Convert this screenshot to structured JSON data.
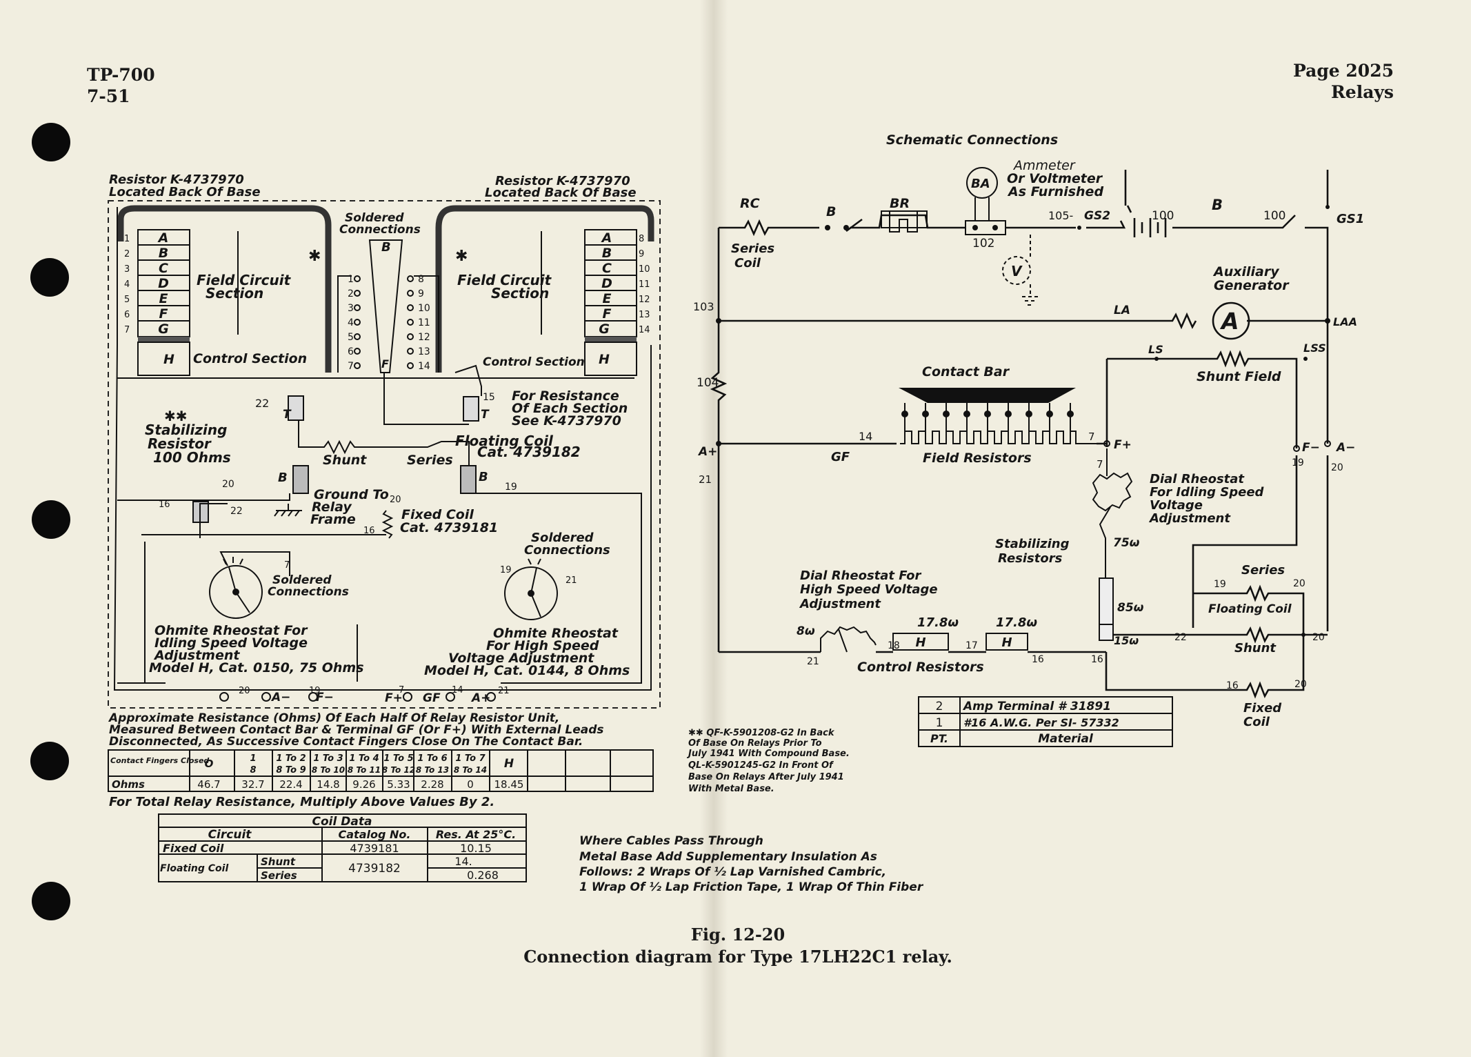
{
  "header": {
    "doc_id": "TP-700",
    "date": "7-51",
    "page": "Page 2025",
    "section": "Relays"
  },
  "caption": {
    "fig": "Fig. 12-20",
    "title": "Connection diagram for Type 17LH22C1 relay."
  },
  "left": {
    "resistor_left": [
      "Resistor K-4737970",
      "Located Back Of Base"
    ],
    "resistor_right": [
      "Resistor K-4737970",
      "Located Back Of Base"
    ],
    "soldered_top": [
      "Soldered",
      "Connections"
    ],
    "field_section": [
      "Field Circuit",
      "Section"
    ],
    "control_section": "Control Section",
    "letters": [
      "A",
      "B",
      "C",
      "D",
      "E",
      "F",
      "G",
      "H"
    ],
    "left_nums": [
      "1",
      "2",
      "3",
      "4",
      "5",
      "6",
      "7"
    ],
    "right_nums": [
      "8",
      "9",
      "10",
      "11",
      "12",
      "13",
      "14"
    ],
    "for_resistance": [
      "For Resistance",
      "Of Each Section",
      "See K-4737970"
    ],
    "stab": [
      "✱✱",
      "Stabilizing",
      "Resistor",
      "100 Ohms"
    ],
    "floating": [
      "Floating Coil",
      "Cat. 4739182"
    ],
    "shunt": "Shunt",
    "series": "Series",
    "ground": [
      "Ground To",
      "Relay",
      "Frame"
    ],
    "fixed_coil": [
      "Fixed Coil",
      "Cat. 4739181"
    ],
    "soldered_mid": [
      "Soldered",
      "Connections"
    ],
    "soldered_bot": [
      "Soldered",
      "Connections"
    ],
    "ohm_idle": [
      "Ohmite Rheostat For",
      "Idling Speed Voltage",
      "Adjustment",
      "Model H, Cat. 0150, 75 Ohms"
    ],
    "ohm_high": [
      "Ohmite Rheostat",
      "For High Speed",
      "Voltage Adjustment",
      "Model H, Cat. 0144, 8 Ohms"
    ],
    "terminals": [
      "A−",
      "F−",
      "F+",
      "GF",
      "A+"
    ],
    "terminal_nums": [
      "20",
      "19",
      "7",
      "14",
      "21"
    ],
    "approx": [
      "Approximate Resistance (Ohms) Of Each Half Of Relay Resistor Unit,",
      "Measured Between Contact Bar & Terminal GF (Or F+) With External Leads",
      "Disconnected, As Successive Contact Fingers Close On The Contact Bar."
    ],
    "res_table": {
      "head1": [
        "Contact Fingers Closed",
        "O",
        "1",
        "1 To 2",
        "1 To 3",
        "1 To 4",
        "1 To 5",
        "1 To 6",
        "1 To 7",
        "H"
      ],
      "head2": [
        "",
        "",
        "8",
        "8 To 9",
        "8 To 10",
        "8 To 11",
        "8 To 12",
        "8 To 13",
        "8 To 14",
        ""
      ],
      "row": [
        "Ohms",
        "46.7",
        "32.7",
        "22.4",
        "14.8",
        "9.26",
        "5.33",
        "2.28",
        "0",
        "18.45"
      ]
    },
    "total": "For Total Relay Resistance, Multiply Above Values By 2.",
    "coil_table": {
      "title": "Coil Data",
      "headers": [
        "Circuit",
        "Catalog No.",
        "Res. At 25°C."
      ],
      "fixed": [
        "Fixed Coil",
        "4739181",
        "10.15"
      ],
      "floating": [
        "Floating Coil",
        "Shunt",
        "Series",
        "4739182",
        "14.",
        "0.268"
      ]
    },
    "footnote": [
      "✱✱ QF-K-5901208-G2 In Back",
      "Of Base On Relays Prior To",
      "July 1941 With Compound Base.",
      "QL-K-5901245-G2 In Front Of",
      "Base On Relays After July 1941",
      "With Metal Base."
    ],
    "cables": [
      "Where Cables Pass Through",
      "Metal Base  Add Supplementary Insulation As",
      "Follows: 2 Wraps Of ½ Lap Varnished Cambric,",
      "1 Wrap Of ½ Lap Friction Tape, 1 Wrap Of Thin Fiber"
    ]
  },
  "right": {
    "title": "Schematic Connections",
    "ammeter": [
      "Ammeter",
      "Or Voltmeter",
      "As Furnished"
    ],
    "labels": {
      "rc": "RC",
      "b": "B",
      "br": "BR",
      "ba": "BA",
      "n102": "102",
      "n105": "105-",
      "gs2": "GS2",
      "n100a": "100",
      "b2": "B",
      "n100b": "100",
      "gs1": "GS1",
      "series_coil": [
        "Series",
        "Coil"
      ],
      "aux": [
        "Auxiliary",
        "Generator"
      ],
      "v": "V",
      "n103": "103",
      "la": "LA",
      "laa": "LAA",
      "a": "A",
      "ls": "LS",
      "lss": "LSS",
      "shunt_field": "Shunt Field",
      "contact_bar": "Contact Bar",
      "n104": "104",
      "aplus": "A+",
      "n21": "21",
      "n14": "14",
      "gf": "GF",
      "n7a": "7",
      "fplus": "F+",
      "n7b": "7",
      "field_resistors": "Field Resistors",
      "fminus": "F−",
      "aminus": "A−",
      "n19": "19",
      "n20": "20"
    },
    "dial_idle": [
      "Dial Rheostat",
      "For Idling Speed",
      "Voltage",
      "Adjustment"
    ],
    "stab": [
      "Stabilizing",
      "Resistors"
    ],
    "w75": "75ω",
    "w85": "85ω",
    "w15": "15ω",
    "dial_high": [
      "Dial Rheostat For",
      "High Speed Voltage",
      "Adjustment"
    ],
    "w8": "8ω",
    "h1": "17.8ω",
    "h2": "17.8ω",
    "hletter": "H",
    "ctrl_nums": [
      "21",
      "18",
      "17",
      "16",
      "16",
      "22"
    ],
    "control_resistors": "Control Resistors",
    "series": "Series",
    "floating": "Floating Coil",
    "shunt": "Shunt",
    "fixed": [
      "Fixed",
      "Coil"
    ],
    "coil_nums": [
      "19",
      "20",
      "20",
      "16",
      "20"
    ],
    "material": {
      "rows": [
        [
          "2",
          "Amp Terminal # 31891"
        ],
        [
          "1",
          "#16 A.W.G. Per SI- 57332"
        ]
      ],
      "head": [
        "PT.",
        "Material"
      ]
    }
  }
}
